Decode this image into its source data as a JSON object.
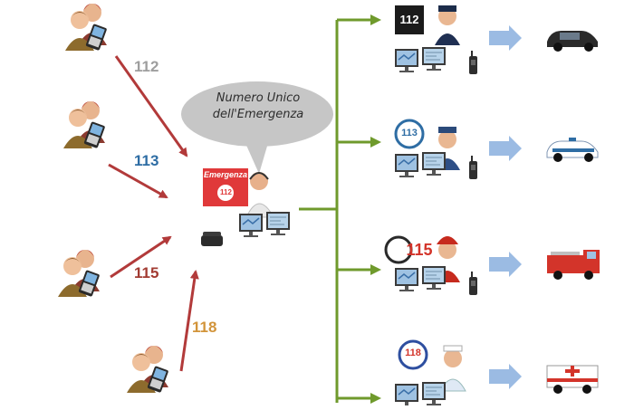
{
  "center": {
    "bubble_line1": "Numero Unico",
    "bubble_line2": "dell'Emergenza",
    "badge_label": "Emergenza",
    "badge_number": "112"
  },
  "callers": [
    {
      "label": "112",
      "color": "#9e9e9e"
    },
    {
      "label": "113",
      "color": "#2e6da4"
    },
    {
      "label": "115",
      "color": "#a23b32"
    },
    {
      "label": "118",
      "color": "#d2943a"
    }
  ],
  "services": [
    {
      "logo": "112",
      "agent": "carabiniere",
      "vehicle": "carabinieri-car"
    },
    {
      "logo": "113",
      "agent": "police-officer",
      "vehicle": "police-car"
    },
    {
      "logo": "115",
      "agent": "firefighter",
      "vehicle": "fire-truck"
    },
    {
      "logo": "118",
      "agent": "medic",
      "vehicle": "ambulance"
    }
  ],
  "colors": {
    "caller_arrow": "#b23a3a",
    "dispatch_arrow": "#6f9a2c",
    "flow_arrow": "#9bbbe3",
    "bubble": "#c6c6c6"
  }
}
